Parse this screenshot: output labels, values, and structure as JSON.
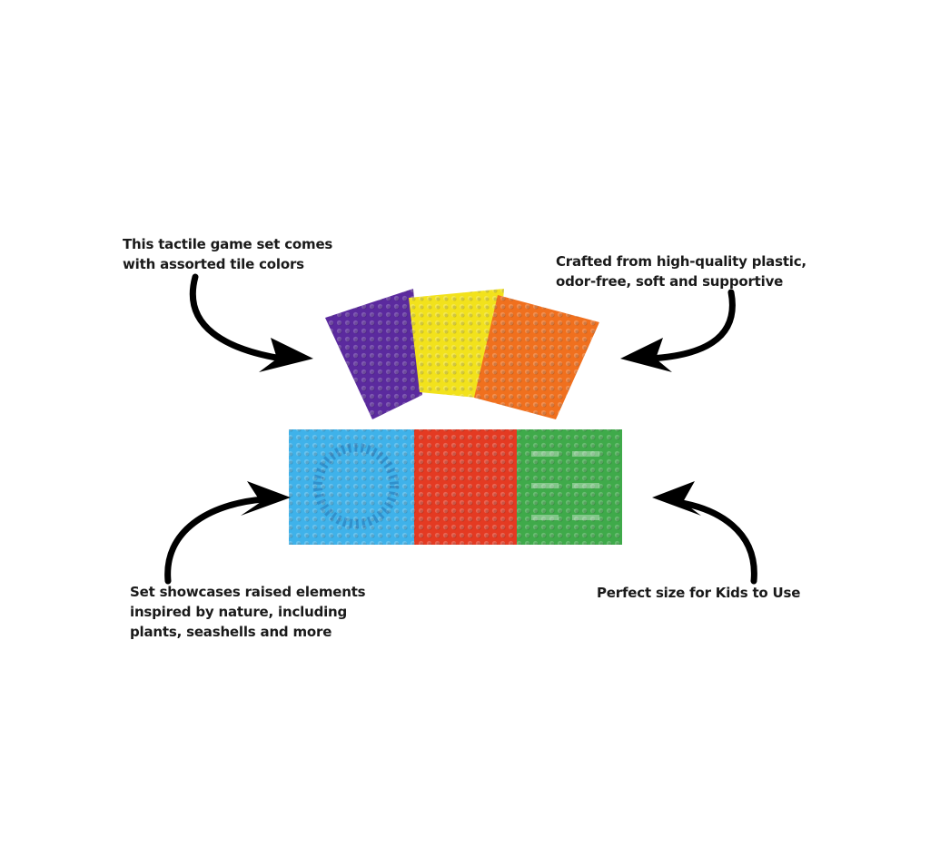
{
  "captions": {
    "top_left": [
      "This tactile game set comes",
      "with assorted tile colors"
    ],
    "top_right": [
      "Crafted from high-quality plastic,",
      "odor-free, soft and supportive"
    ],
    "bottom_left": [
      "Set showcases raised elements",
      "inspired by nature, including",
      "plants, seashells and more"
    ],
    "bottom_right": [
      "Perfect size for Kids to Use"
    ]
  },
  "tiles": {
    "top_row": [
      {
        "name": "purple",
        "color": "#5b2a9e"
      },
      {
        "name": "yellow",
        "color": "#f2e21c"
      },
      {
        "name": "orange",
        "color": "#f0701e"
      }
    ],
    "bottom_row": [
      {
        "name": "blue",
        "color": "#3fb2ea"
      },
      {
        "name": "red",
        "color": "#e43a22"
      },
      {
        "name": "green",
        "color": "#3faa4a"
      }
    ]
  }
}
